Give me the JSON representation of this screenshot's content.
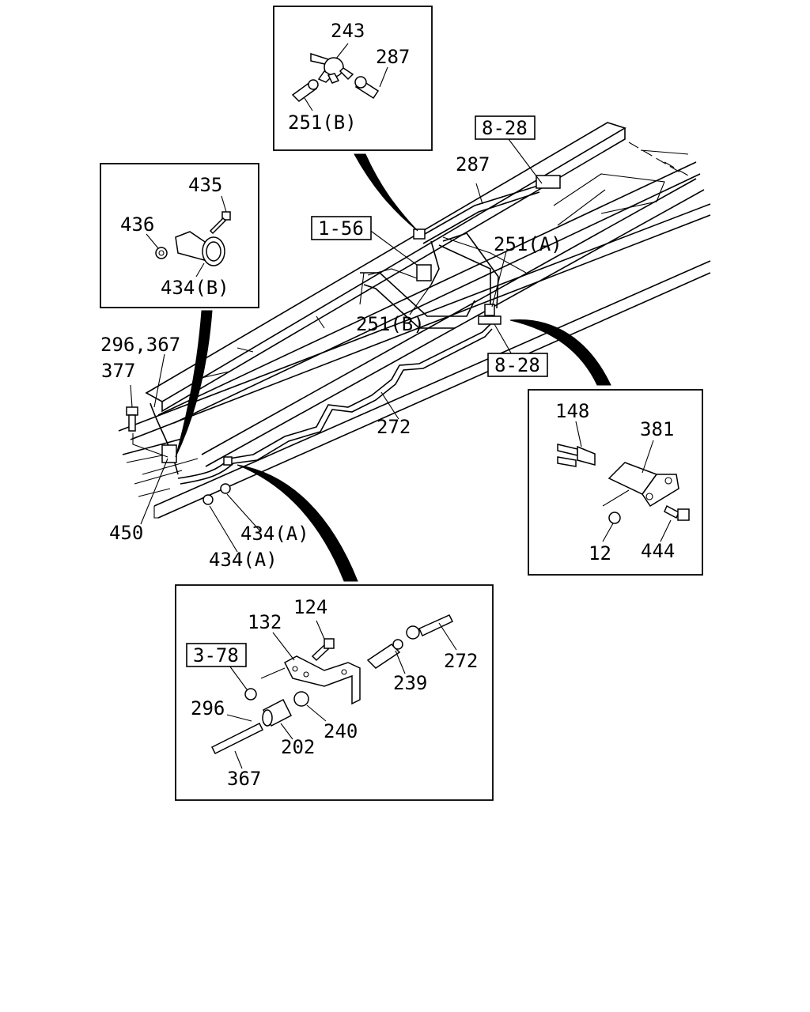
{
  "labels": {
    "p243": "243",
    "p287_top": "287",
    "p251b_top": "251(B)",
    "ref_8_28_top": "8-28",
    "p287_main": "287",
    "p435": "435",
    "p436": "436",
    "p434b": "434(B)",
    "ref_1_56": "1-56",
    "p251a": "251(A)",
    "p251b_main": "251(B)",
    "p296_367": "296,367",
    "p377": "377",
    "ref_8_28_mid": "8-28",
    "p272_main": "272",
    "p148": "148",
    "p381": "381",
    "p450": "450",
    "p434a_1": "434(A)",
    "p434a_2": "434(A)",
    "p12": "12",
    "p444": "444",
    "p124": "124",
    "p132": "132",
    "ref_3_78": "3-78",
    "p272_detail": "272",
    "p239": "239",
    "p296": "296",
    "p240": "240",
    "p202": "202",
    "p367": "367"
  }
}
